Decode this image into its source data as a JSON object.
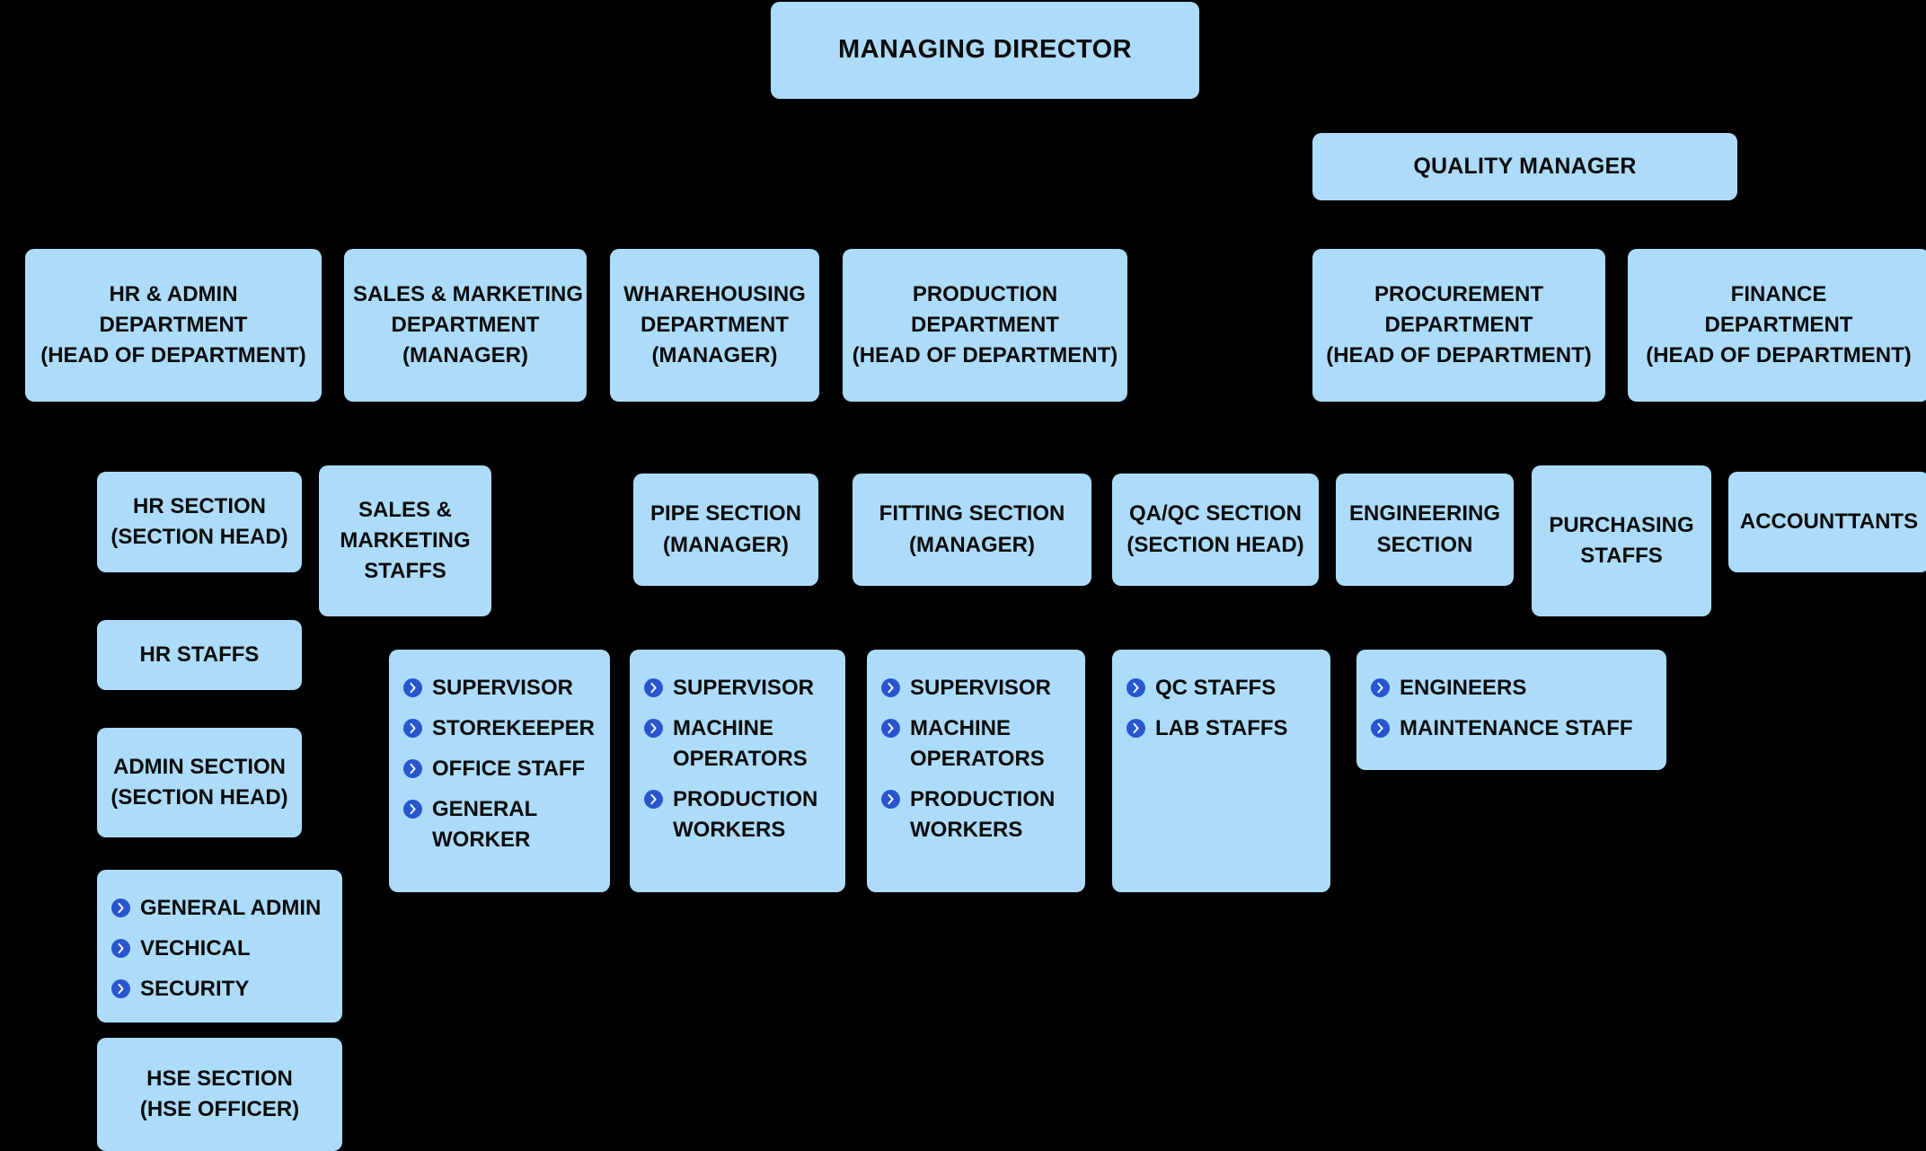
{
  "diagram": {
    "title": "Organization Chart",
    "background_color": "#000000",
    "node_fill_color": "#ADDCFB",
    "node_text_color": "#0B0B0B",
    "bullet_color": "#2756CE",
    "bullet_icon": "chevron-right-circle-icon"
  },
  "nodes": {
    "managing_director": {
      "line1": "MANAGING DIRECTOR"
    },
    "quality_manager": {
      "line1": "QUALITY MANAGER"
    },
    "hr_admin_department": {
      "line1": "HR & ADMIN",
      "line2": "DEPARTMENT",
      "line3": "(HEAD OF DEPARTMENT)"
    },
    "sales_marketing_department": {
      "line1": "SALES & MARKETING",
      "line2": "DEPARTMENT",
      "line3": "(MANAGER)"
    },
    "wharehousing_department": {
      "line1": "WHAREHOUSING",
      "line2": "DEPARTMENT",
      "line3": "(MANAGER)"
    },
    "production_department": {
      "line1": "PRODUCTION",
      "line2": "DEPARTMENT",
      "line3": "(HEAD OF DEPARTMENT)"
    },
    "procurement_department": {
      "line1": "PROCUREMENT",
      "line2": "DEPARTMENT",
      "line3": "(HEAD OF DEPARTMENT)"
    },
    "finance_department": {
      "line1": "FINANCE",
      "line2": "DEPARTMENT",
      "line3": "(HEAD OF DEPARTMENT)"
    },
    "hr_section": {
      "line1": "HR SECTION",
      "line2": "(SECTION HEAD)"
    },
    "sales_marketing_staffs": {
      "line1": "SALES &",
      "line2": "MARKETING",
      "line3": "STAFFS"
    },
    "pipe_section": {
      "line1": "PIPE SECTION",
      "line2": "(MANAGER)"
    },
    "fitting_section": {
      "line1": "FITTING SECTION",
      "line2": "(MANAGER)"
    },
    "qa_qc_section": {
      "line1": "QA/QC SECTION",
      "line2": "(SECTION HEAD)"
    },
    "engineering_section": {
      "line1": "ENGINEERING",
      "line2": "SECTION"
    },
    "purchasing_staffs": {
      "line1": "PURCHASING",
      "line2": "STAFFS"
    },
    "accounttants": {
      "line1": "ACCOUNTTANTS"
    },
    "hr_staffs": {
      "line1": "HR STAFFS"
    },
    "admin_section": {
      "line1": "ADMIN SECTION",
      "line2": "(SECTION HEAD)"
    },
    "hse_section": {
      "line1": "HSE SECTION",
      "line2": "(HSE OFFICER)"
    }
  },
  "lists": {
    "admin_general_list": {
      "items": [
        "GENERAL ADMIN",
        "VECHICAL",
        "SECURITY"
      ]
    },
    "warehouse_staff_list": {
      "items": [
        "SUPERVISOR",
        "STOREKEEPER",
        "OFFICE STAFF",
        "GENERAL WORKER"
      ]
    },
    "pipe_staff_list": {
      "items": [
        "SUPERVISOR",
        "MACHINE OPERATORS",
        "PRODUCTION WORKERS"
      ]
    },
    "fitting_staff_list": {
      "items": [
        "SUPERVISOR",
        "MACHINE OPERATORS",
        "PRODUCTION WORKERS"
      ]
    },
    "qa_qc_staff_list": {
      "items": [
        "QC STAFFS",
        "LAB STAFFS"
      ]
    },
    "engineering_staff_list": {
      "items": [
        "ENGINEERS",
        "MAINTENANCE STAFF"
      ]
    }
  }
}
